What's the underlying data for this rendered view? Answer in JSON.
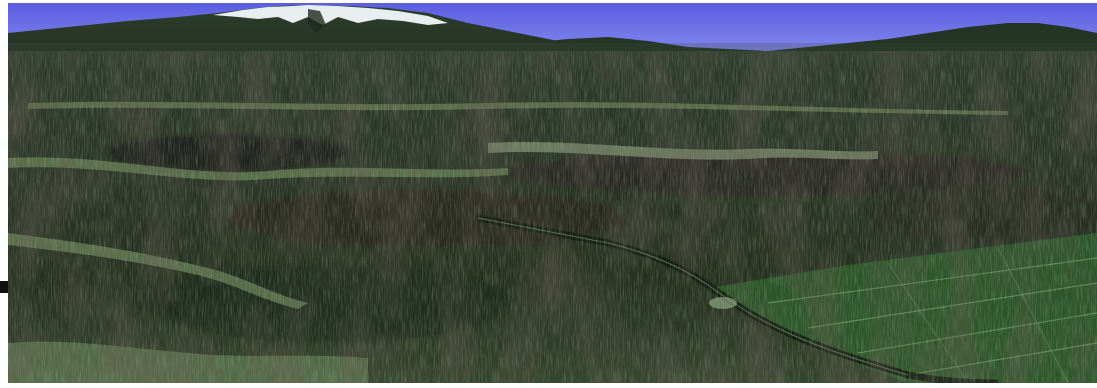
{
  "scene": {
    "view": "3d-terrain-perspective",
    "features": [
      "snow-capped-volcano-peak",
      "distant-ridge",
      "vegetated-plain",
      "river-channel",
      "cultivated-fields"
    ],
    "colors": {
      "sky_top": "#5a5ee0",
      "sky_horizon": "#8a8ff0",
      "snow": "#e8eef0",
      "forest_dark": "#1f2a1d",
      "forest_mid": "#33452c",
      "grass_light": "#7c9a66",
      "field_green": "#2f5a2c",
      "river_dark": "#0f1a10",
      "soil_brown": "#3a2a24"
    }
  }
}
